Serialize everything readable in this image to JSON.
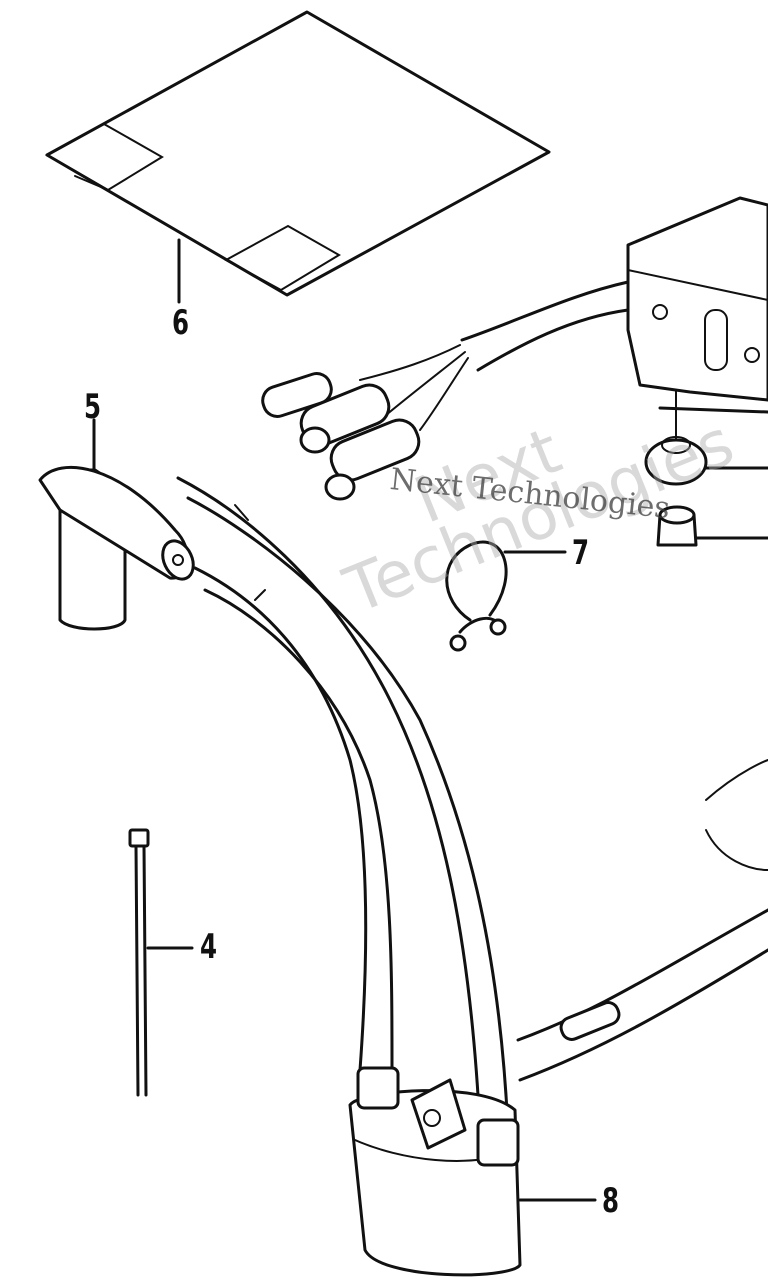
{
  "callouts": {
    "p4": "4",
    "p5": "5",
    "p6": "6",
    "p7": "7",
    "p8": "8"
  },
  "watermark": {
    "line1": "Next",
    "line2": "Technologies",
    "line3": "Next Technologies"
  }
}
